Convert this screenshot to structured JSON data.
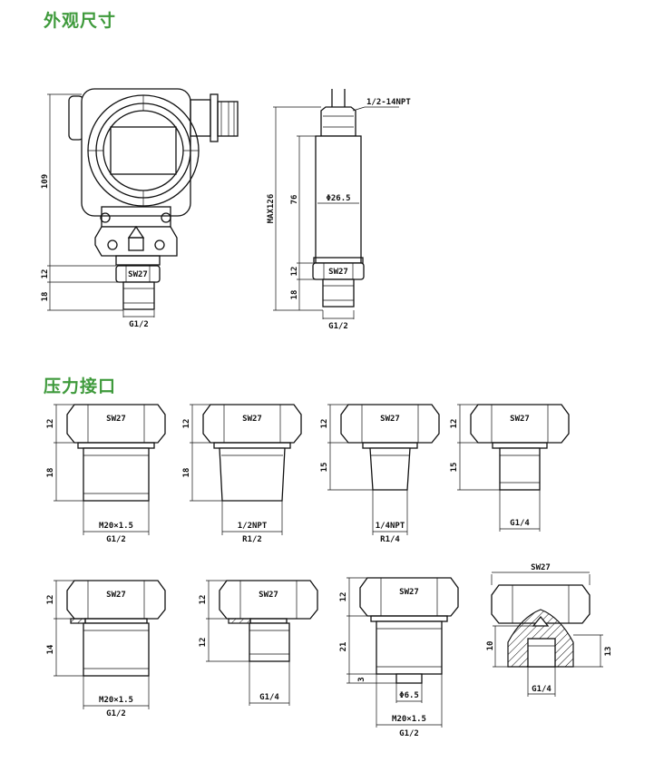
{
  "headings": {
    "dimensions": "外观尺寸",
    "pressure_ports": "压力接口"
  },
  "colors": {
    "heading": "#3f9a3c",
    "line": "#111111"
  },
  "overview": {
    "housing": {
      "dim_total": "109",
      "dim_hex": "12",
      "dim_thread": "18",
      "hex_label": "SW27",
      "thread_label": "G1/2"
    },
    "cylinder": {
      "npt_label": "1/2-14NPT",
      "dim_max": "MAX126",
      "dim_body": "76",
      "diameter_label": "Φ26.5",
      "dim_hex": "12",
      "dim_thread": "18",
      "hex_label": "SW27",
      "thread_label": "G1/2"
    }
  },
  "connections": [
    {
      "hex": "SW27",
      "dim_hex": "12",
      "dim_thread": "18",
      "thread_label": "M20×1.5",
      "sub_label": "G1/2"
    },
    {
      "hex": "SW27",
      "dim_hex": "12",
      "dim_thread": "18",
      "thread_label": "1/2NPT",
      "sub_label": "R1/2"
    },
    {
      "hex": "SW27",
      "dim_hex": "12",
      "dim_thread": "15",
      "thread_label": "1/4NPT",
      "sub_label": "R1/4"
    },
    {
      "hex": "SW27",
      "dim_hex": "12",
      "dim_thread": "15",
      "thread_label": "G1/4"
    },
    {
      "hex": "SW27",
      "dim_hex": "12",
      "dim_thread": "14",
      "thread_label": "M20×1.5",
      "sub_label": "G1/2"
    },
    {
      "hex": "SW27",
      "dim_hex": "12",
      "dim_thread": "12",
      "thread_label": "G1/4"
    },
    {
      "hex": "SW27",
      "dim_hex": "12",
      "dim_thread": "21",
      "dim_tip": "3",
      "tip_label": "Φ6.5",
      "thread_label": "M20×1.5",
      "sub_label": "G1/2"
    },
    {
      "hex": "SW27",
      "dim_hex": "10",
      "dim_depth": "13",
      "thread_label": "G1/4"
    }
  ]
}
